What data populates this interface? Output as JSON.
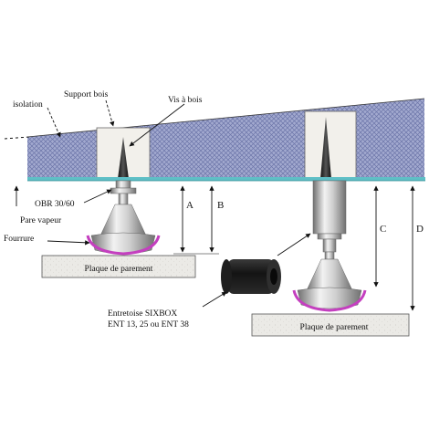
{
  "labels": {
    "isolation": "isolation",
    "support_bois": "Support bois",
    "vis_a_bois": "Vis à bois",
    "obr": "OBR 30/60",
    "pare_vapeur": "Pare vapeur",
    "fourrure": "Fourrure",
    "plaque_left": "Plaque de parement",
    "plaque_right": "Plaque de parement",
    "entretoise_line1": "Entretoise SIXBOX",
    "entretoise_line2": "ENT 13, 25 ou ENT 38"
  },
  "dimensions": {
    "a": "A",
    "b": "B",
    "c": "C",
    "d": "D"
  },
  "colors": {
    "insulation": "#9aa2c8",
    "insulation_hatch": "#6c76aa",
    "wood": "#f1efe9",
    "vapour_barrier": "#5fbfc6",
    "fourrure": "#c43fbf",
    "plaque": "#e7e6e2",
    "metal_dark": "#7f7f7f",
    "metal_light": "#e9e9e9"
  }
}
